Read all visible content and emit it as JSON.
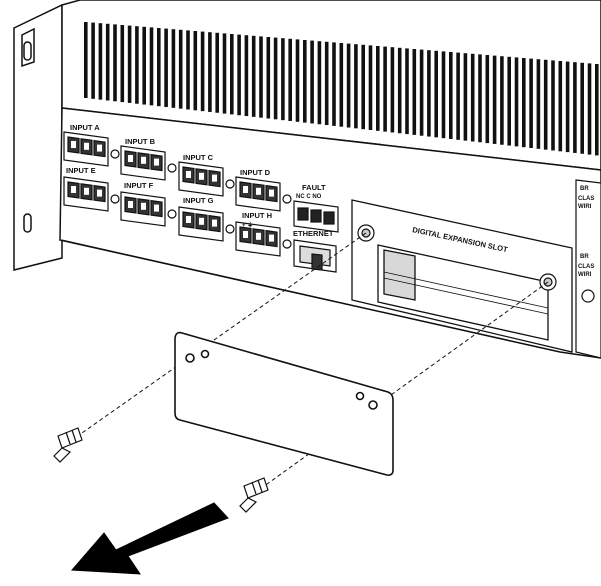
{
  "inputs": {
    "a": "INPUT A",
    "b": "INPUT B",
    "c": "INPUT C",
    "d": "INPUT D",
    "e": "INPUT E",
    "f": "INPUT F",
    "g": "INPUT G",
    "h": "INPUT H",
    "h_polarity": "+   ⏚"
  },
  "fault": {
    "label": "FAULT",
    "pins": "NC  C  NO"
  },
  "ethernet": "ETHERNET",
  "slot": "DIGITAL EXPANSION SLOT",
  "side_labels": {
    "top_1": "BR",
    "top_2": "CLAS",
    "top_3": "WIRI",
    "bottom_1": "BR",
    "bottom_2": "CLAS",
    "bottom_3": "WIRI"
  }
}
